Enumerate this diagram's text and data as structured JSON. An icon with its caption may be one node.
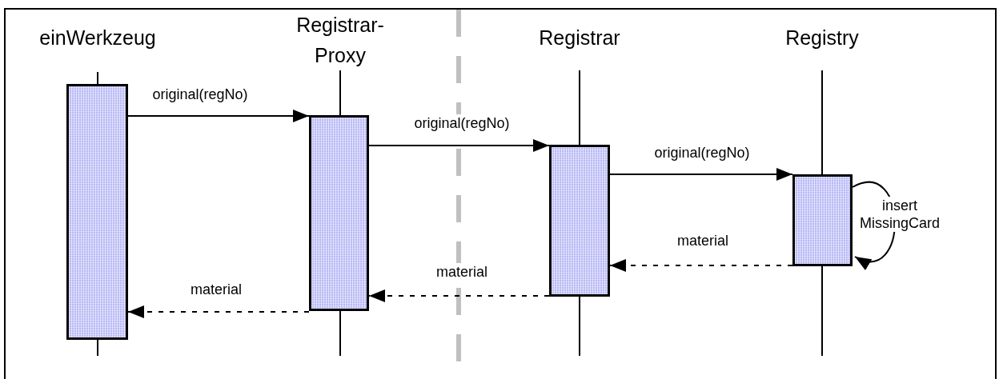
{
  "diagram": {
    "nodes": [
      {
        "text": [],
        "shape": "bar"
      },
      {
        "text": [],
        "shape": "bar"
      },
      {
        "text": [],
        "shape": "bar"
      },
      {
        "text": [],
        "shape": "bar"
      }
    ],
    "edges": [
      {
        "from": 0,
        "to": 1,
        "arrow": "to",
        "label": "original(regNo)"
      },
      {
        "from": 1,
        "to": 2,
        "arrow": "to",
        "label": "original(regNo)"
      },
      {
        "from": 2,
        "to": 3,
        "arrow": "to",
        "label": "original(regNo)"
      },
      {
        "from": 3,
        "to": 3,
        "arrow": "to",
        "label": "insert MissingCard"
      },
      {
        "from": 3,
        "to": 2,
        "arrow": "to",
        "label": "material",
        "style": "dashed"
      },
      {
        "from": 2,
        "to": 1,
        "arrow": "to",
        "label": "material",
        "style": "dashed"
      },
      {
        "from": 1,
        "to": 0,
        "arrow": "to",
        "label": "material",
        "style": "dashed"
      }
    ],
    "labels": [
      "einWerkzeug",
      "Registrar- Proxy",
      "Registrar",
      "Registry"
    ]
  }
}
